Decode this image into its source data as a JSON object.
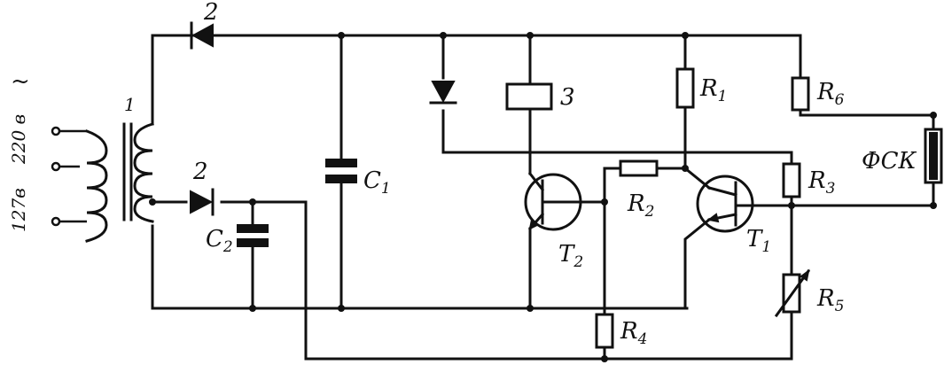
{
  "labels": {
    "ac_symbol": "~",
    "v220": "220 в",
    "v127": "127в",
    "transformer": "1",
    "diode_top": "2",
    "diode_bottom": "2",
    "relay": "3",
    "c1": {
      "main": "C",
      "sub": "1"
    },
    "c2": {
      "main": "C",
      "sub": "2"
    },
    "r1": {
      "main": "R",
      "sub": "1"
    },
    "r2": {
      "main": "R",
      "sub": "2"
    },
    "r3": {
      "main": "R",
      "sub": "3"
    },
    "r4": {
      "main": "R",
      "sub": "4"
    },
    "r5": {
      "main": "R",
      "sub": "5"
    },
    "r6": {
      "main": "R",
      "sub": "6"
    },
    "t1": {
      "main": "T",
      "sub": "1"
    },
    "t2": {
      "main": "T",
      "sub": "2"
    },
    "photo": "ФСК"
  }
}
